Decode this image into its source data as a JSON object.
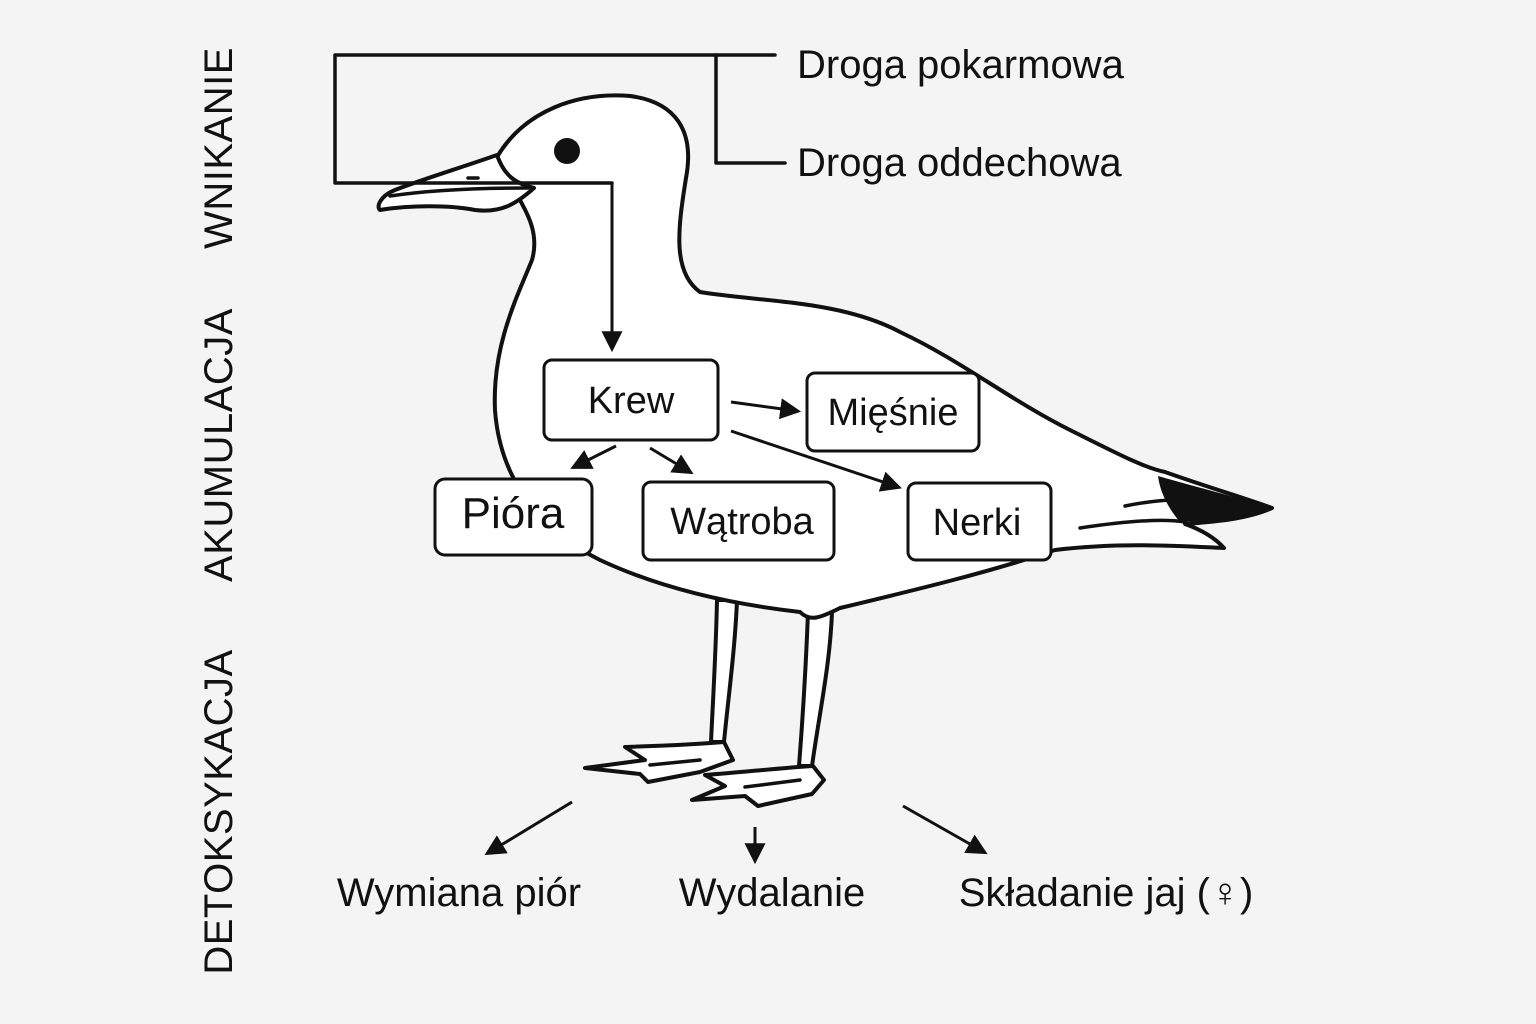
{
  "stages": {
    "intake": "WNIKANIE",
    "accumulation": "AKUMULACJA",
    "detoxification": "DETOKSYKACJA"
  },
  "routes": {
    "oral": "Droga pokarmowa",
    "respiratory": "Droga oddechowa"
  },
  "compartments": {
    "blood": "Krew",
    "muscles": "Mięśnie",
    "feathers": "Pióra",
    "liver": "Wątroba",
    "kidneys": "Nerki"
  },
  "outcomes": {
    "molting": "Wymiana piór",
    "excretion": "Wydalanie",
    "egg_laying": "Składanie jaj (♀)"
  },
  "colors": {
    "background": "#f4f4f4",
    "ink": "#111111",
    "fill": "#ffffff"
  }
}
